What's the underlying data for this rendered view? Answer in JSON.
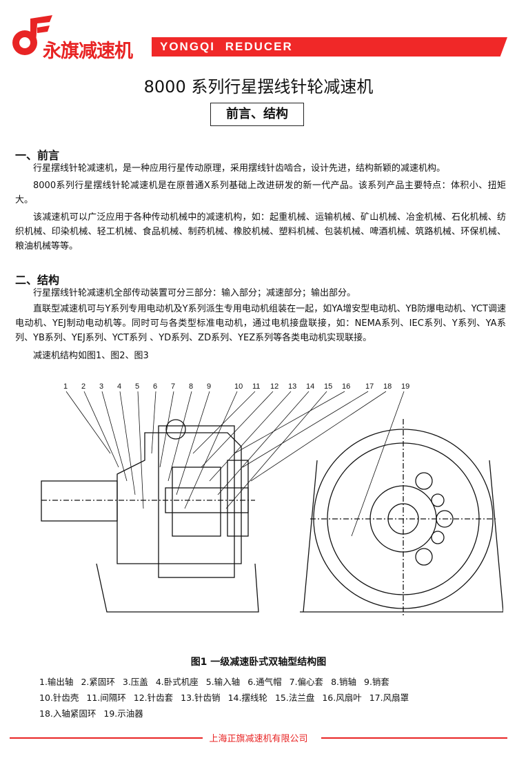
{
  "header": {
    "brand_cn": "永旗减速机",
    "brand_en": "YONGQI REDUCER",
    "accent": "#e82424"
  },
  "title": "8000 系列行星摆线针轮减速机",
  "subtitle": "前言、结构",
  "sections": [
    {
      "heading": "一、前言",
      "paragraphs": [
        "行星摆线针轮减速机，是一种应用行星传动原理，采用摆线针齿啮合，设计先进，结构新颖的减速机构。",
        "8000系列行星摆线针轮减速机是在原普通X系列基础上改进研发的新一代产品。该系列产品主要特点：体积小、扭矩大。",
        "该减速机可以广泛应用于各种传动机械中的减速机构，如：起重机械、运输机械、矿山机械、冶金机械、石化机械、纺织机械、印染机械、轻工机械、食品机械、制药机械、橡胶机械、塑料机械、包装机械、啤酒机械、筑路机械、环保机械、粮油机械等等。"
      ]
    },
    {
      "heading": "二、结构",
      "paragraphs": [
        "行星摆线针轮减速机全部传动装置可分三部分：输入部分；减速部分；输出部分。",
        "直联型减速机可与Y系列专用电动机及Y系列派生专用电动机组装在一起，如YA增安型电动机、YB防爆电动机、YCT调速电动机、YEJ制动电动机等。同时可与各类型标准电动机，通过电机接盘联接，如：NEMA系列、IEC系列、Y系列、YA系列、YB系列、YEJ系列、YCT系列 、YD系列、ZD系列、YEZ系列等各类电动机实现联接。",
        "减速机结构如图1、图2、图3"
      ]
    }
  ],
  "figure": {
    "callouts": [
      "1",
      "2",
      "3",
      "4",
      "5",
      "6",
      "7",
      "8",
      "9",
      "10",
      "11",
      "12",
      "13",
      "14",
      "15",
      "16",
      "17",
      "18",
      "19"
    ],
    "caption": "图1  一级减速卧式双轴型结构图",
    "legend": [
      "1.输出轴",
      "2.紧固环",
      "3.压盖",
      "4.卧式机座",
      "5.输入轴",
      "6.通气帽",
      "7.偏心套",
      "8.销轴",
      "9.销套",
      "10.针齿壳",
      "11.间隔环",
      "12.针齿套",
      "13.针齿销",
      "14.摆线轮",
      "15.法兰盘",
      "16.风扇叶",
      "17.风扇罩",
      "18.入轴紧固环",
      "19.示油器"
    ]
  },
  "footer": {
    "company": "上海正旗减速机有限公司"
  }
}
